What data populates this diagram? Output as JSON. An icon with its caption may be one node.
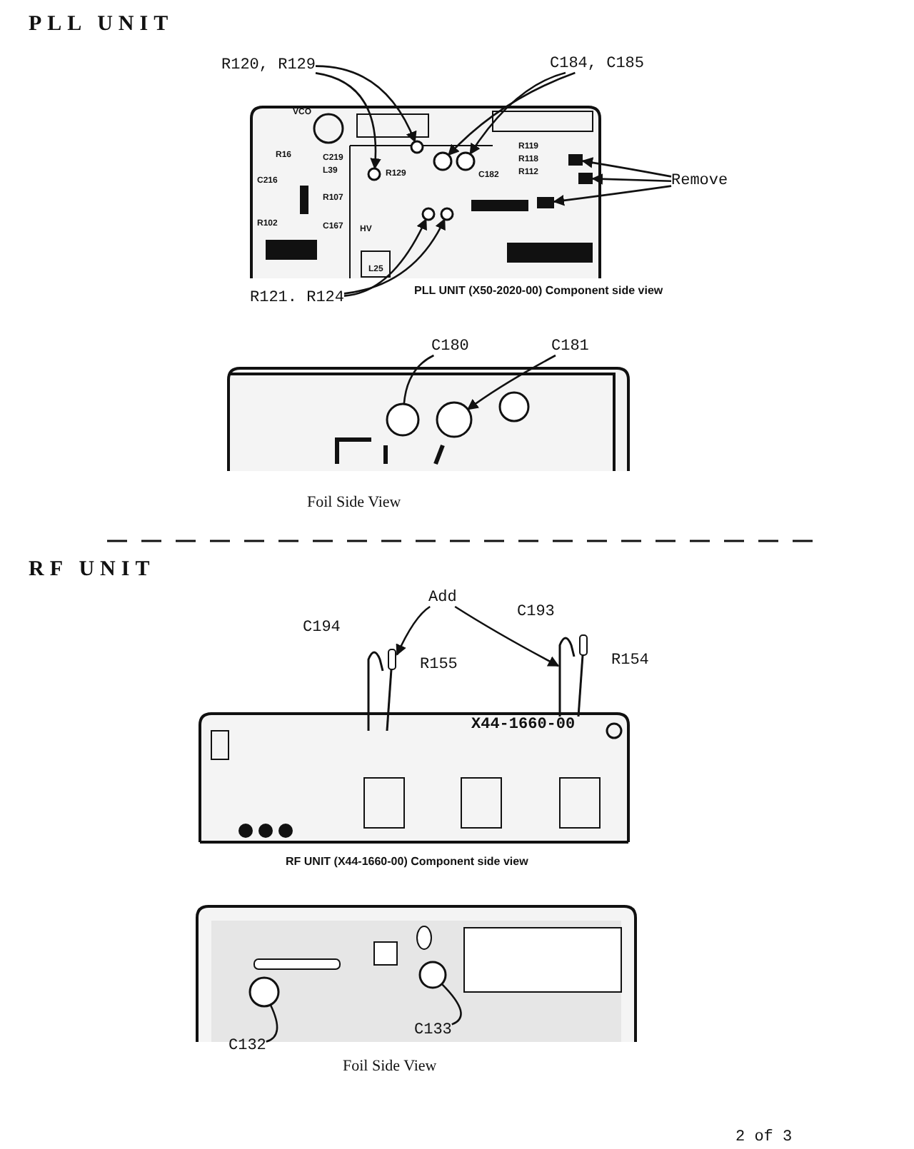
{
  "diagram": {
    "nodes": [
      {
        "text": [
          "R120, R129"
        ]
      },
      {
        "text": [
          "C184, C185"
        ]
      },
      {
        "text": [
          "Remove"
        ]
      },
      {
        "text": [
          "R121. R124"
        ]
      },
      {
        "text": [
          "C180"
        ]
      },
      {
        "text": [
          "C181"
        ]
      },
      {
        "text": [
          "Add"
        ]
      },
      {
        "text": [
          "C132"
        ]
      },
      {
        "text": [
          "C133"
        ]
      },
      {
        "text": [],
        "shape": "circle"
      },
      {
        "text": [],
        "shape": "circle"
      },
      {
        "text": [],
        "shape": "circle"
      },
      {
        "text": [],
        "shape": "circle"
      },
      {
        "text": [],
        "shape": "box"
      },
      {
        "text": [],
        "shape": "box"
      },
      {
        "text": [],
        "shape": "box"
      },
      {
        "text": [],
        "shape": "circle"
      },
      {
        "text": [],
        "shape": "circle"
      },
      {
        "text": [],
        "shape": "circle"
      },
      {
        "text": [],
        "shape": "circle"
      },
      {
        "text": [],
        "shape": "picture"
      },
      {
        "text": [],
        "shape": "picture"
      },
      {
        "text": [],
        "shape": "circle"
      },
      {
        "text": [],
        "shape": "circle"
      }
    ],
    "edges": [
      {
        "from": 0,
        "to": 9,
        "arrow": "to"
      },
      {
        "from": 0,
        "to": 10,
        "arrow": "to"
      },
      {
        "from": 1,
        "to": 11,
        "arrow": "to"
      },
      {
        "from": 1,
        "to": 12,
        "arrow": "to"
      },
      {
        "from": 2,
        "to": 13,
        "arrow": "to"
      },
      {
        "from": 2,
        "to": 14,
        "arrow": "to"
      },
      {
        "from": 2,
        "to": 15,
        "arrow": "to"
      },
      {
        "from": 3,
        "to": 16,
        "arrow": "to"
      },
      {
        "from": 3,
        "to": 17,
        "arrow": "to"
      },
      {
        "from": 4,
        "to": 18,
        "arrow": "none"
      },
      {
        "from": 5,
        "to": 19,
        "arrow": "to"
      },
      {
        "from": 6,
        "to": 20,
        "arrow": "to"
      },
      {
        "from": 6,
        "to": 21,
        "arrow": "to"
      },
      {
        "from": 7,
        "to": 22,
        "arrow": "none"
      },
      {
        "from": 8,
        "to": 23,
        "arrow": "none"
      }
    ],
    "labels": [
      "PLL UNIT",
      "VCO",
      "R16",
      "C219",
      "L39",
      "R129",
      "C182",
      "R119",
      "R118",
      "C216",
      "R107",
      "R112",
      "R102",
      "C167",
      "HV",
      "L25",
      "PLL UNIT (X50-2020-00) Component side view",
      "Foil Side View",
      "RF UNIT",
      "C194",
      "C193",
      "R155",
      "R154",
      "X44-1660-00",
      "RF UNIT (X44-1660-00) Component side view",
      "Foil Side View",
      "2 of 3"
    ]
  }
}
